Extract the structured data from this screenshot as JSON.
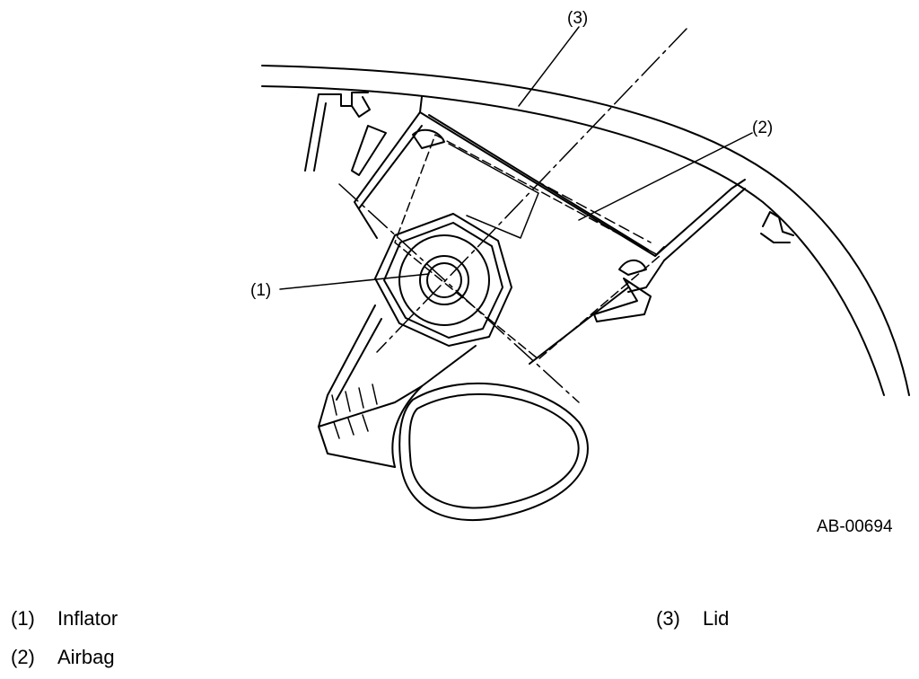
{
  "diagram": {
    "callouts": {
      "inflator": "(1)",
      "airbag": "(2)",
      "lid": "(3)"
    },
    "reference_code": "AB-00694"
  },
  "legend": {
    "items": [
      {
        "number": "(1)",
        "label": "Inflator"
      },
      {
        "number": "(2)",
        "label": "Airbag"
      },
      {
        "number": "(3)",
        "label": "Lid"
      }
    ]
  }
}
